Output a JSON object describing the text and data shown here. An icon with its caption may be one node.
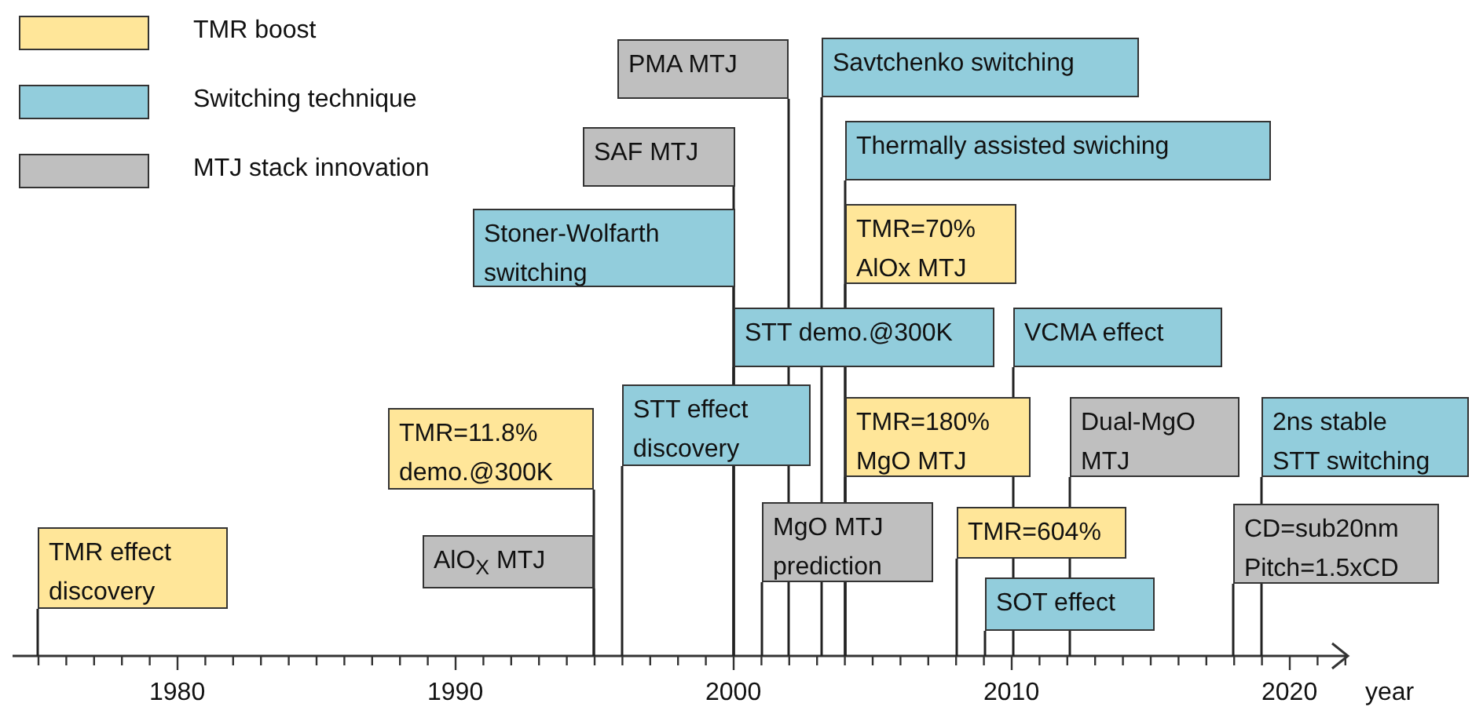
{
  "diagram": {
    "nodes": [
      {
        "text": [
          "TMR effect discovery"
        ]
      },
      {
        "text": [
          "TMR=11.8% demo.@300K"
        ]
      },
      {
        "text": [
          "AlO$_{X}$ MTJ"
        ]
      },
      {
        "text": [
          "STT effect discovery"
        ]
      },
      {
        "text": [
          "Stoner-Wolfarth switching"
        ]
      },
      {
        "text": [
          "SAF MTJ"
        ]
      },
      {
        "text": [
          "PMA MTJ"
        ]
      },
      {
        "text": [
          "Savtchenko switching"
        ]
      },
      {
        "text": [
          "Thermally assisted swiching"
        ]
      },
      {
        "text": [
          "TMR=70% AlOx MTJ"
        ]
      },
      {
        "text": [
          "STT demo.@300K"
        ]
      },
      {
        "text": [
          "VCMA effect"
        ]
      },
      {
        "text": [
          "TMR=180% MgO MTJ"
        ]
      },
      {
        "text": [
          "MgO MTJ prediction"
        ]
      },
      {
        "text": [
          "TMR=604%"
        ]
      },
      {
        "text": [
          "SOT effect"
        ]
      },
      {
        "text": [
          "Dual-MgO MTJ"
        ]
      },
      {
        "text": [
          "2ns stable STT switching"
        ]
      },
      {
        "text": [
          "CD=sub20nm Pitch=1.5xCD"
        ]
      }
    ],
    "edges": [
      {
        "from": 0,
        "to": null,
        "arrow": "none"
      },
      {
        "from": 1,
        "to": null,
        "arrow": "none"
      },
      {
        "from": 2,
        "to": null,
        "arrow": "none"
      },
      {
        "from": 3,
        "to": null,
        "arrow": "none"
      },
      {
        "from": 4,
        "to": null,
        "arrow": "none"
      },
      {
        "from": 5,
        "to": null,
        "arrow": "none"
      },
      {
        "from": 6,
        "to": null,
        "arrow": "none"
      },
      {
        "from": 7,
        "to": null,
        "arrow": "none"
      },
      {
        "from": 8,
        "to": null,
        "arrow": "none"
      },
      {
        "from": 9,
        "to": null,
        "arrow": "none"
      },
      {
        "from": 10,
        "to": null,
        "arrow": "none"
      },
      {
        "from": 11,
        "to": null,
        "arrow": "none"
      },
      {
        "from": 12,
        "to": null,
        "arrow": "none"
      },
      {
        "from": 13,
        "to": null,
        "arrow": "none"
      },
      {
        "from": 14,
        "to": null,
        "arrow": "none"
      },
      {
        "from": 15,
        "to": null,
        "arrow": "none"
      },
      {
        "from": 16,
        "to": null,
        "arrow": "none"
      },
      {
        "from": 17,
        "to": null,
        "arrow": "none"
      },
      {
        "from": 18,
        "to": null,
        "arrow": "none"
      }
    ],
    "labels": [
      "1980",
      "1990",
      "2000",
      "2010",
      "2020",
      "year"
    ],
    "legend": [
      {
        "text": "TMR boost",
        "color": "#ffe699"
      },
      {
        "text": "Switching technique",
        "color": "#92cddc"
      },
      {
        "text": "MTJ stack innovation",
        "color": "#bfbfbf"
      }
    ]
  }
}
